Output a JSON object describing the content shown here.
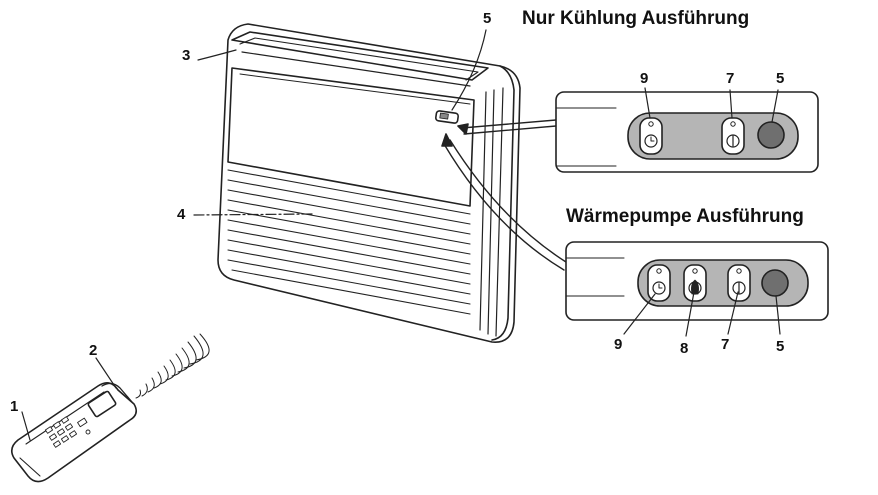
{
  "headings": {
    "cooling_only": "Nur Kühlung Ausführung",
    "heat_pump": "Wärmepumpe Ausführung"
  },
  "labels": {
    "remote_body": "1",
    "remote_emitter": "2",
    "air_outlet": "3",
    "air_inlet": "4",
    "receiver_unit": "5",
    "cool_panel_9": "9",
    "cool_panel_7": "7",
    "cool_panel_5": "5",
    "heat_panel_9": "9",
    "heat_panel_8": "8",
    "heat_panel_7": "7",
    "heat_panel_5": "5"
  },
  "colors": {
    "line": "#222222",
    "panel_fill": "#b5b5b5",
    "receiver_fill": "#6f6f6f",
    "body_fill": "#ffffff"
  }
}
